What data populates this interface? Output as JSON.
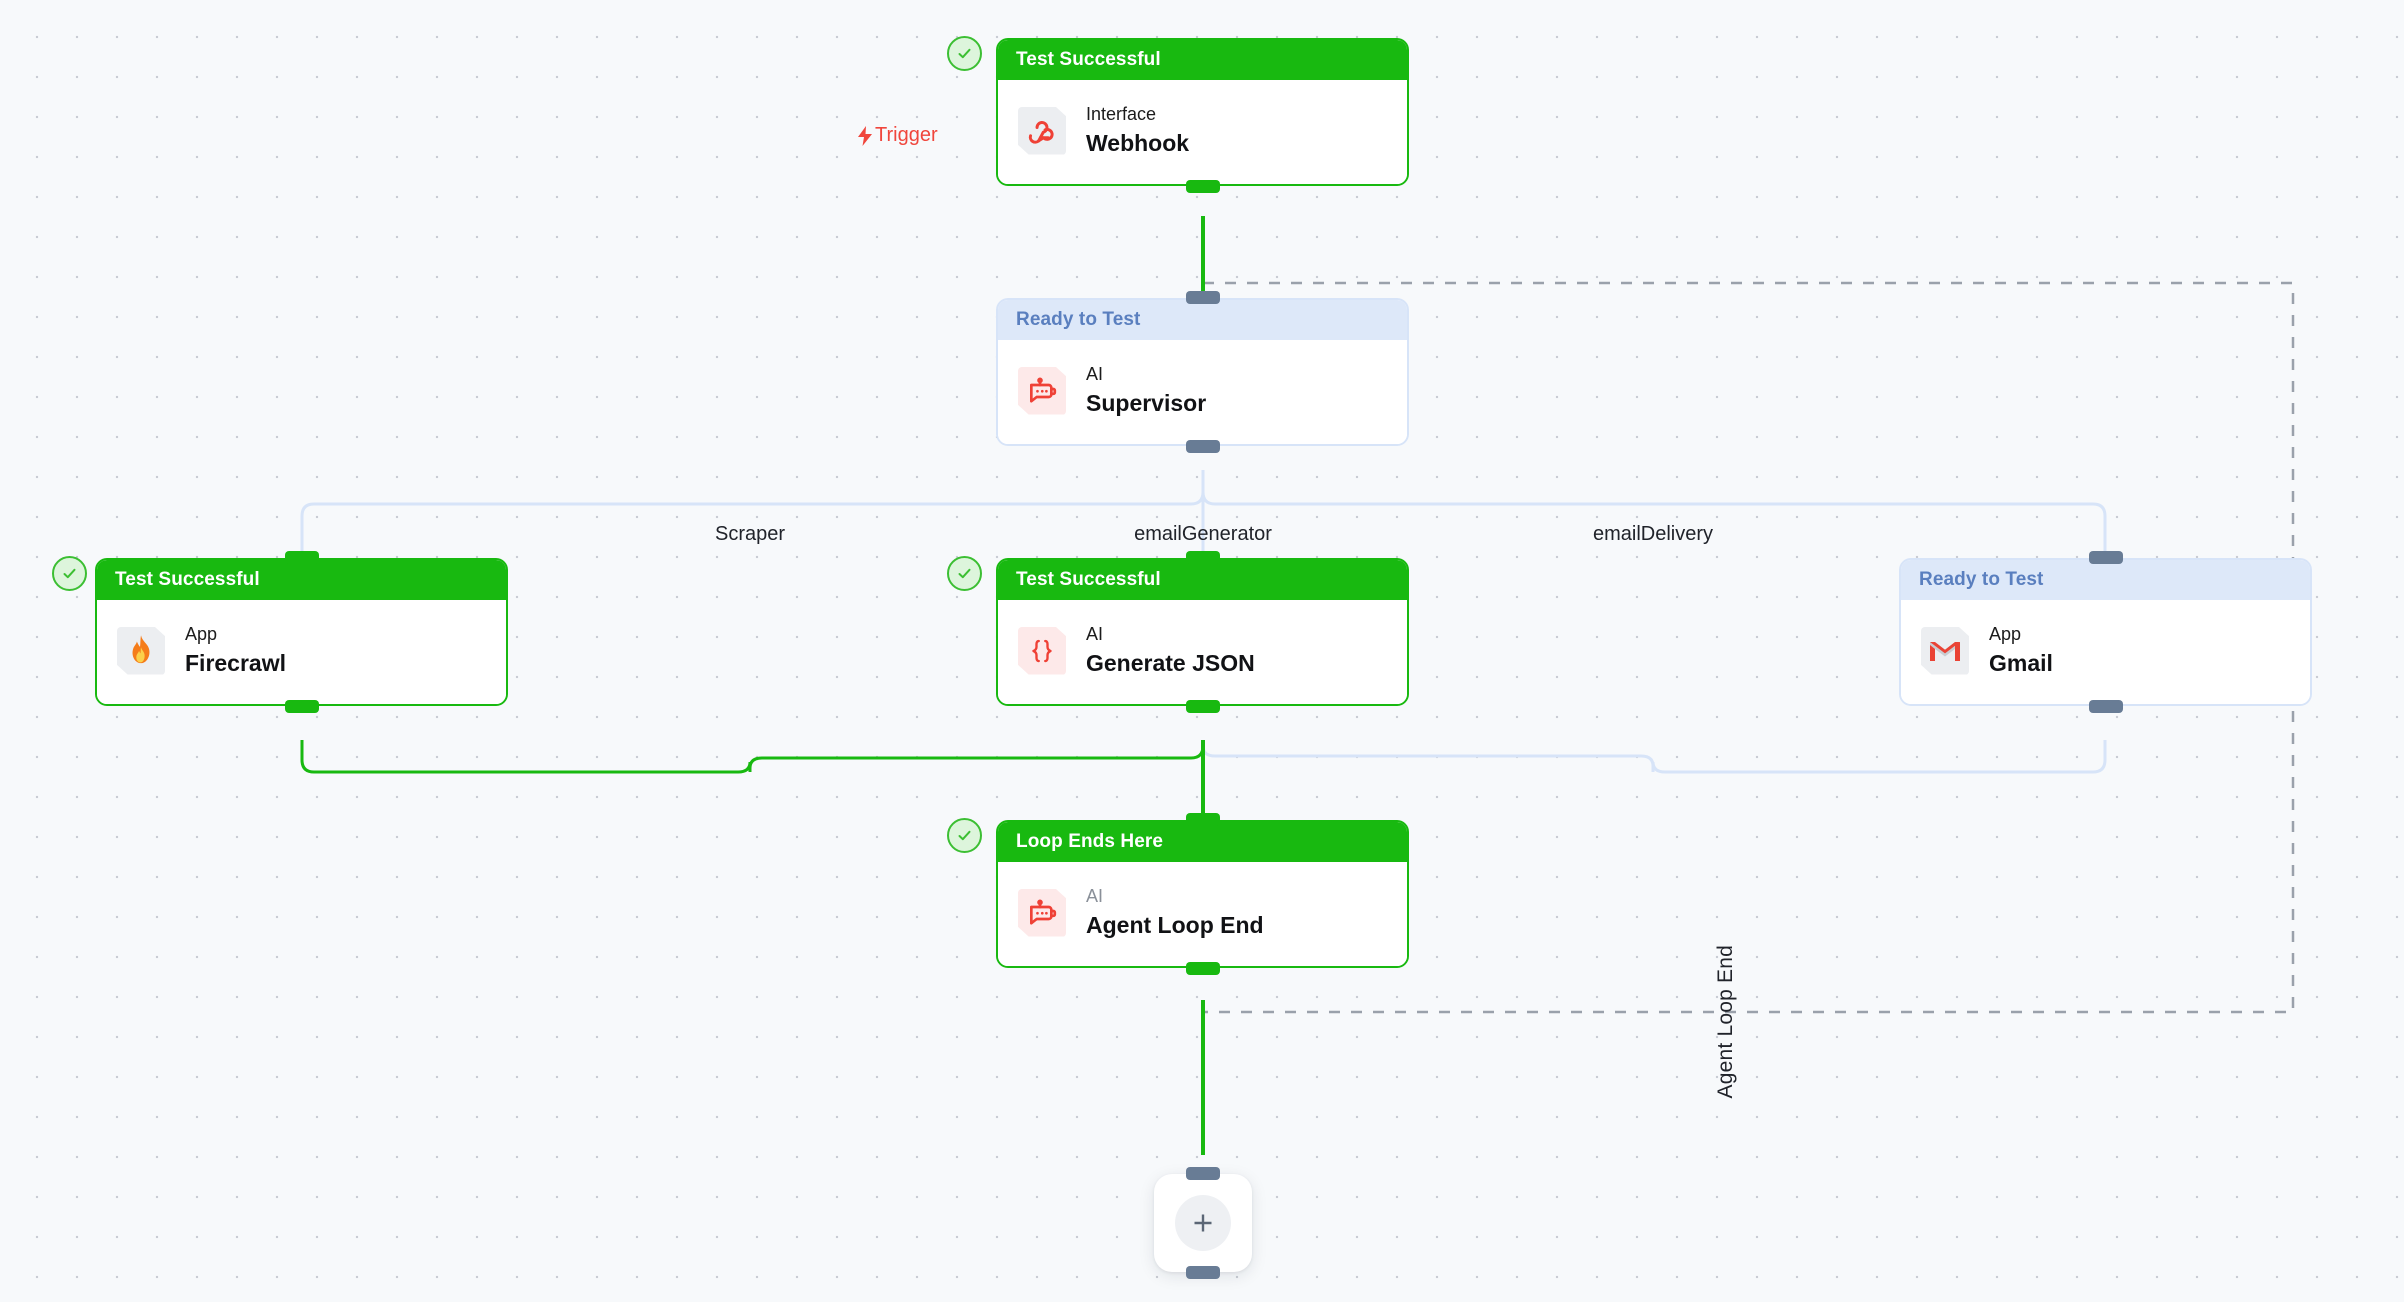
{
  "canvas": {
    "background_color": "#f7f9fb",
    "dot_color": "#c9ccd4"
  },
  "palette": {
    "success_green": "#18b910",
    "ready_blue_bg": "#dde8f9",
    "ready_blue_text": "#5a7fbf",
    "trigger_red": "#f0463c",
    "handle_slate": "#687c95",
    "edge_idle": "#d7e4f8",
    "loop_dash": "#9aa1ab"
  },
  "trigger": {
    "label": "Trigger",
    "icon": "lightning-bolt-icon"
  },
  "nodes": [
    {
      "id": "webhook",
      "status": "Test Successful",
      "state": "success",
      "kind": "Interface",
      "title": "Webhook",
      "icon": "webhook-icon",
      "badge": "check-circle-icon"
    },
    {
      "id": "supervisor",
      "status": "Ready to Test",
      "state": "ready",
      "kind": "AI",
      "title": "Supervisor",
      "icon": "ai-robot-icon",
      "badge": null
    },
    {
      "id": "firecrawl",
      "status": "Test Successful",
      "state": "success",
      "kind": "App",
      "title": "Firecrawl",
      "icon": "fire-icon",
      "badge": "check-circle-icon"
    },
    {
      "id": "generate-json",
      "status": "Test Successful",
      "state": "success",
      "kind": "AI",
      "title": "Generate JSON",
      "icon": "curly-braces-icon",
      "badge": "check-circle-icon"
    },
    {
      "id": "gmail",
      "status": "Ready to Test",
      "state": "ready",
      "kind": "App",
      "title": "Gmail",
      "icon": "gmail-icon",
      "badge": null
    },
    {
      "id": "agent-loop-end",
      "status": "Loop Ends Here",
      "state": "success",
      "kind": "AI",
      "title": "Agent Loop End",
      "icon": "ai-robot-icon",
      "badge": "check-circle-icon"
    }
  ],
  "branch_labels": [
    {
      "id": "scraper",
      "text": "Scraper"
    },
    {
      "id": "email-generator",
      "text": "emailGenerator"
    },
    {
      "id": "email-delivery",
      "text": "emailDelivery"
    }
  ],
  "loop_region": {
    "label": "Agent Loop End"
  },
  "add_button": {
    "icon": "plus-icon"
  }
}
